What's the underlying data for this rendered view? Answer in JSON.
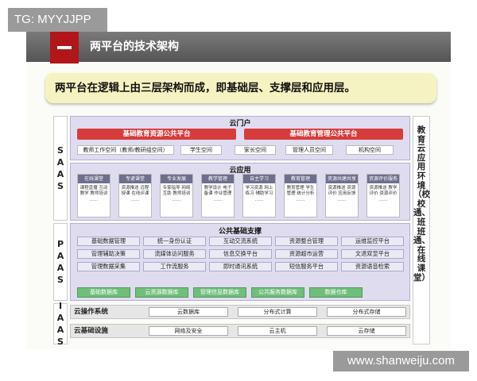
{
  "tag": "TG: MYYJJPP",
  "header": {
    "title": "两平台的技术架构"
  },
  "banner": "两平台在逻辑上由三层架构而成，即基础层、支撑层和应用层。",
  "left_labels": {
    "saas": "SAAS",
    "paas": "PAAS",
    "iaas": "IAAS"
  },
  "right_label": "教育云应用环境（校校通、班班通、在线课堂）",
  "cloud_portal": {
    "title": "云门户",
    "platforms": [
      "基础教育资源公共平台",
      "基础教育管理公共平台"
    ],
    "spaces": [
      "教师工作空间（教师/教研组空间）",
      "学生空间",
      "家长空间",
      "管理人员空间",
      "机构空间"
    ]
  },
  "cloud_apps": {
    "title": "云应用",
    "modules": [
      {
        "head": "在线课堂",
        "body": "课程直播 互动教学 教师培训 ……"
      },
      {
        "head": "专递课堂",
        "body": "资源推送 远程授课 在线评课 ……"
      },
      {
        "head": "专业发展",
        "body": "专家指导 网络互助 教师培训 ……"
      },
      {
        "head": "教学管理",
        "body": "教学设计 电子备课 作业管理 ……"
      },
      {
        "head": "自主学习",
        "body": "学习资源 网上练习 辅助学习 ……"
      },
      {
        "head": "教育管理",
        "body": "教育管理 学生管理 统计分析 ……"
      },
      {
        "head": "资源共建共享",
        "body": "资源推送 资源评价 应用反馈 ……"
      },
      {
        "head": "资源评价服务",
        "body": "资源推送 教学评价 资源评价 ……"
      }
    ]
  },
  "paas": {
    "title": "公共基础支撑",
    "rows": [
      [
        "基础数据管理",
        "统一身份认证",
        "互动交流系统",
        "资源整合管理",
        "运维监控平台"
      ],
      [
        "管理辅助决策",
        "流媒体访问服务",
        "信息交换平台",
        "资源超市运营",
        "文退双显平台"
      ],
      [
        "管理数据采集",
        "工作流服务",
        "即时通讯系统",
        "短信服务平台",
        "资源语音检索"
      ]
    ],
    "databases": [
      "基础数据库",
      "云资源数据库",
      "管理信息数据库",
      "公共服务数据库",
      "数据仓库"
    ]
  },
  "iaas": {
    "os_label": "云操作系统",
    "os_items": [
      "云数据库",
      "分布式计算",
      "分布式存储"
    ],
    "infra_label": "云基础设施",
    "infra_items": [
      "网络及安全",
      "云主机",
      "云存储"
    ]
  },
  "watermark": "www.shanweiju.com"
}
